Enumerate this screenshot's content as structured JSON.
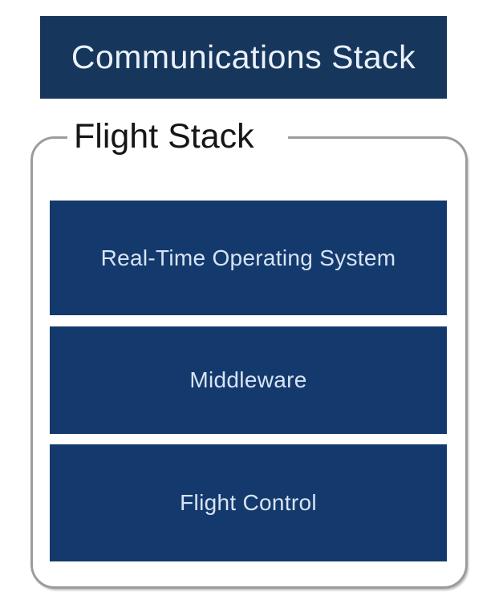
{
  "colors": {
    "header_fill": "#17365c",
    "layer_fill": "#143a6d",
    "header_text": "#eaf1fa",
    "layer_text": "#d8e3f3",
    "group_border": "#9c9c9c",
    "title_text": "#161616",
    "background": "#ffffff"
  },
  "communications_stack": {
    "label": "Communications Stack"
  },
  "flight_stack": {
    "title": "Flight Stack",
    "layers": [
      {
        "label": "Real-Time Operating System"
      },
      {
        "label": "Middleware"
      },
      {
        "label": "Flight Control"
      }
    ]
  }
}
